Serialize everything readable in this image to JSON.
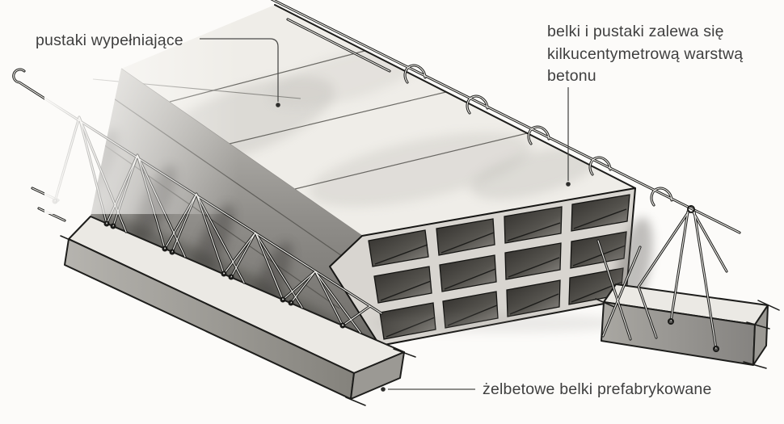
{
  "figure": {
    "labels": {
      "filler_blocks": "pustaki wypełniające",
      "concrete_layer_line1": "belki i pustaki zalewa się",
      "concrete_layer_line2": "kilkucentymetrową warstwą",
      "concrete_layer_line3": "betonu",
      "prefab_beams": "żelbetowe belki prefabrykowane"
    },
    "colors": {
      "paper": "#fcfbf9",
      "ink": "#191917",
      "label_text": "#3f3f3f",
      "leader_line": "#4c4c4a",
      "cell_dark": "#35332f",
      "shade_mid": "#8f8d89",
      "surface_light": "#efede8"
    }
  }
}
